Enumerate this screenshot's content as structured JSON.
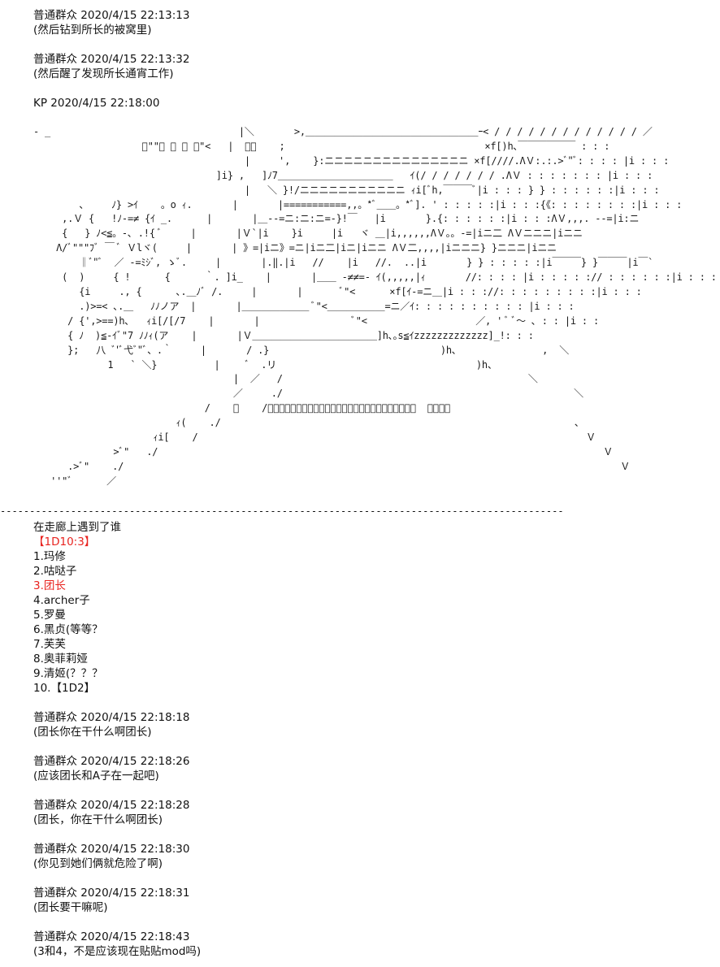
{
  "header_posts": [
    {
      "user": "普通群众",
      "time": "2020/4/15 22:13:13",
      "text": "(然后钻到所长的被窝里)"
    },
    {
      "user": "普通群众",
      "time": "2020/4/15 22:13:32",
      "text": "(然后醒了发现所长通宵工作)"
    }
  ],
  "kp_line": "KP 2020/4/15 22:18:00",
  "ascii_art": "‐ _                                 |＼       >,＿＿＿＿＿＿＿＿＿＿＿＿＿＿＿＿＿＿ｰ< / / / / / / / / / / / / / ／\n                   ﾞ\"\"～ ､ ､ ﾞ\"<   |  ＼／    ;                                   ×f[)h､￣￣￣￣￣￣ : : :\n                                     |     ',    }:ニニニニニニニニニニニニニニニ ×f[////.ΛＶ:.:.>ﾞ\"ﾞ: : : : |i : : :\n                                ]i} ,   ]ﾉ7＿＿＿＿＿＿＿＿＿＿＿＿   ｲ(/ / / / / / / .ΛＶ : : : : : : : |i : : :\n                                     |   ＼ }!/ニニニニニニニニニニニ ｨi[ﾞh,￣￣￣ﾞ|i : : : } } : : : : : :|i : : :\n        、    ﾉ} >ｲ    。o ｨ.       |       |===========,,。*ﾞ＿＿。*ﾞ]. ' : : : : :|i : : :{《: : : : : : : :|i : : :\n     ,.Ｖ {   !ﾉ-=≠ {ｲ _.      |       |＿--=ニ:ニ:ニ=-}!￣   |i       }.{: : : : : :|i : : :ΛＶ,,,. --=|i:ニ\n     {   } ﾉ<≦。-､ .!{ ﾞ     |       |Ｖ`|i    }i     |i   ヾ ＿|i,,,,,,ΛＶ。。-=|iニ二 ΛＶニニニ|iニニ\n    Λ/ﾞ\"\"\"ﾌﾞ ￣ ﾞ Ｖlヾ(     |       | 》=|iニ》=ニ|iニ二|iニ|iニニ ΛＶ二,,,,|iニニニ} }ニニニ|iニニ\n        ‖ﾞ\"ﾞ  ／ ‐=ﾐｼﾞ, ゝﾞ.     |       |.‖.|i   //    |i   //.  ..|i       } } : : : : :|i￣￣￣} }￣￣￣|i￣`\n     (  )     { !      {      ｀. ]i_    |       |＿＿ ‐≠≠=‐ ｲ(,,,,,|ｨ       //: : : : |i : : : : :// : : : : : :|i : : :\n        {i     ., {      ､.＿ﾉﾞ /.     |       |       ﾞ\"<      ×f[ｲ‐=ニ＿|i : : ://: : : : : : : : :|i : : :\n        .)>=< ､.＿   ﾉﾉノア  |       |＿＿＿＿＿＿＿ ﾞ\"<＿＿＿＿＿＿=ニ／ｲ: : : : : : : : : : |i : : :\n      / {',>==)h､   ｨi[/[/7    |       |                ﾞ\"<                   ／, ' ﾞ ﾞ～ ､ : : |i : :\n      { ﾉ  )≦-ｲﾞ\"7 ﾉﾉｨ(ア    |       |Ｖ＿＿＿＿＿＿＿＿＿＿＿＿＿]h､｡s≦ｲzzzzzzzzzzzzz]_!: : :\n      };   八 ﾞ'ﾞ弋ﾞ\"ﾞ、.｀     |       / .}                              )h､               ,  ＼\n             1   ` ＼}          |     ﾞ  .リ                                   )h、\n                                   |  ／   /                                           ＼\n                                   ／     ./                                                   ＼\n                              /    ﾞ    /＿＿＿＿＿＿＿＿＿＿＿＿＿＿＿＿＿＿＿＿＿＿＿＿＿＿  ＿＿＿＿\n                         ｨ(    ./                                                              ､\n                     ｨi[    /                                                                    Ｖ\n              >ﾞ\"   ./                                                                              Ｖ\n      .>ﾞ\"    ./                                                                                       Ｖ\n   ''\"ﾞ      ／",
  "divider": "‐‐‐‐‐‐‐‐‐‐‐‐‐‐‐‐‐‐‐‐‐‐‐‐‐‐‐‐‐‐‐‐‐‐‐‐‐‐‐‐‐‐‐‐‐‐‐‐‐‐‐‐‐‐‐‐‐‐‐‐‐‐‐‐‐‐‐‐‐‐‐‐‐‐‐‐‐‐‐‐‐‐‐‐‐‐‐‐‐‐‐‐‐‐‐‐",
  "question": "在走廊上遇到了谁",
  "roll": "【1D10:3】",
  "options": [
    {
      "num": "1.",
      "text": "玛修",
      "highlight": false
    },
    {
      "num": "2.",
      "text": "咕哒子",
      "highlight": false
    },
    {
      "num": "3.",
      "text": "团长",
      "highlight": true
    },
    {
      "num": "4.",
      "text": "archer子",
      "highlight": false
    },
    {
      "num": "5.",
      "text": "罗曼",
      "highlight": false
    },
    {
      "num": "6.",
      "text": "黑贞(等等？",
      "highlight": false
    },
    {
      "num": "7.",
      "text": "芙芙",
      "highlight": false
    },
    {
      "num": "8.",
      "text": "奥菲莉娅",
      "highlight": false
    },
    {
      "num": "9.",
      "text": "清姬(？？？",
      "highlight": false
    },
    {
      "num": "10.",
      "text": "【1D2】",
      "highlight": false
    }
  ],
  "chat_posts": [
    {
      "user": "普通群众",
      "time": "2020/4/15 22:18:18",
      "text": "(团长你在干什么啊团长)"
    },
    {
      "user": "普通群众",
      "time": "2020/4/15 22:18:26",
      "text": "(应该团长和A子在一起吧)"
    },
    {
      "user": "普通群众",
      "time": "2020/4/15 22:18:28",
      "text": "(团长，你在干什么啊团长)"
    },
    {
      "user": "普通群众",
      "time": "2020/4/15 22:18:30",
      "text": "(你见到她们俩就危险了啊)"
    },
    {
      "user": "普通群众",
      "time": "2020/4/15 22:18:31",
      "text": "(团长要干嘛呢)"
    },
    {
      "user": "普通群众",
      "time": "2020/4/15 22:18:43",
      "text": "(3和4，不是应该现在贴贴mod吗)"
    }
  ],
  "colors": {
    "text": "#111111",
    "highlight": "#e8231f",
    "background": "#ffffff"
  }
}
